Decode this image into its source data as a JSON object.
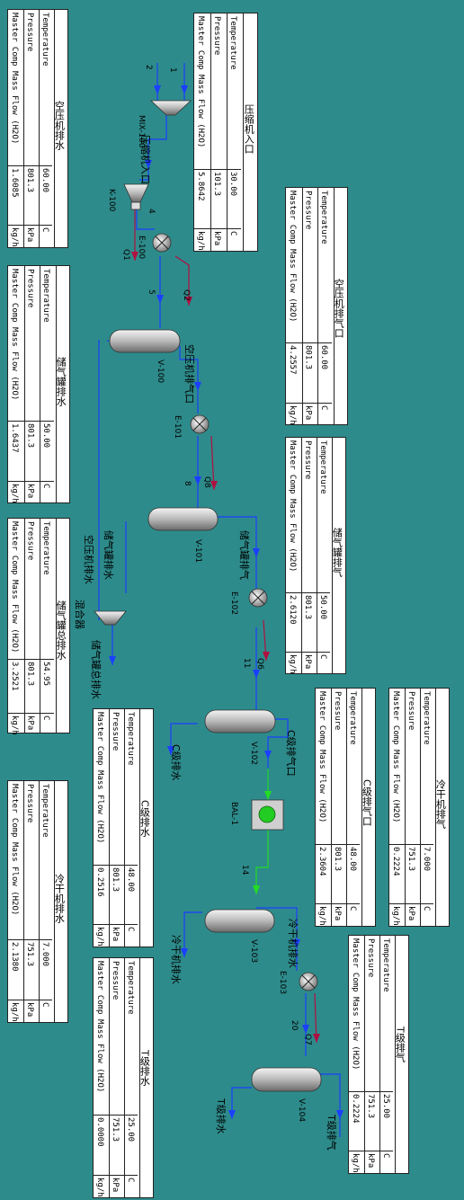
{
  "streams": {
    "s1": "1",
    "s2": "2",
    "s4": "4",
    "s5": "5",
    "s8": "8",
    "s11": "11",
    "s14": "14",
    "s20": "20",
    "q1": "Q1",
    "q2": "Q2",
    "q8": "Q8",
    "q6": "Q6",
    "q7": "Q7"
  },
  "units": {
    "mix100": "MIX-100",
    "k100": "K-100",
    "e100": "E-100",
    "v100": "V-100",
    "e101": "E-101",
    "v101": "V-101",
    "e102": "E-102",
    "v102": "V-102",
    "bal1": "BAL-1",
    "v103": "V-103",
    "e103": "E-103",
    "v104": "V-104",
    "mixer": "混合器"
  },
  "labels": {
    "compressor_inlet": "压缩机入口",
    "air_comp_outlet": "空压机排气口",
    "tank_exhaust": "储气罐排气",
    "c_exhaust": "C级排气口",
    "cold_dryer_water": "冷干机排水",
    "t_water": "T级排水",
    "t_exhaust": "T级排气",
    "c_water": "C级排水",
    "tank_water": "储气罐排水",
    "air_comp_water": "空压机排水",
    "tank_total_water": "储气罐总排水"
  },
  "row_labels": [
    "Temperature",
    "Pressure",
    "Master Comp Mass Flow (H2O)"
  ],
  "tables": [
    {
      "title": "压缩机入口",
      "values": [
        "30.00",
        "101.3",
        "5.8642"
      ],
      "units": [
        "C",
        "kPa",
        "kg/h"
      ]
    },
    {
      "title": "空压机排水",
      "values": [
        "60.00",
        "801.3",
        "1.6085"
      ],
      "units": [
        "C",
        "kPa",
        "kg/h"
      ]
    },
    {
      "title": "空压机排气口",
      "values": [
        "60.00",
        "801.3",
        "4.2557"
      ],
      "units": [
        "C",
        "kPa",
        "kg/h"
      ]
    },
    {
      "title": "储气罐排水",
      "values": [
        "50.00",
        "801.3",
        "1.6437"
      ],
      "units": [
        "C",
        "kPa",
        "kg/h"
      ]
    },
    {
      "title": "储气罐排气",
      "values": [
        "50.00",
        "801.3",
        "2.6120"
      ],
      "units": [
        "C",
        "kPa",
        "kg/h"
      ]
    },
    {
      "title": "储气罐总排水",
      "values": [
        "54.95",
        "801.3",
        "3.2521"
      ],
      "units": [
        "C",
        "kPa",
        "kg/h"
      ]
    },
    {
      "title": "冷干机排气",
      "values": [
        "7.000",
        "751.3",
        "0.2224"
      ],
      "units": [
        "C",
        "kPa",
        "kg/h"
      ]
    },
    {
      "title": "C级排气口",
      "values": [
        "48.00",
        "801.3",
        "2.3604"
      ],
      "units": [
        "C",
        "kPa",
        "kg/h"
      ]
    },
    {
      "title": "C级排水",
      "values": [
        "48.00",
        "801.3",
        "0.2516"
      ],
      "units": [
        "C",
        "kPa",
        "kg/h"
      ]
    },
    {
      "title": "冷干机排水",
      "values": [
        "7.000",
        "751.3",
        "2.1380"
      ],
      "units": [
        "C",
        "kPa",
        "kg/h"
      ]
    },
    {
      "title": "T级排气",
      "values": [
        "25.00",
        "751.3",
        "0.2224"
      ],
      "units": [
        "C",
        "kPa",
        "kg/h"
      ]
    },
    {
      "title": "T级排水",
      "values": [
        "25.00",
        "751.3",
        "0.0000"
      ],
      "units": [
        "C",
        "kPa",
        "kg/h"
      ]
    }
  ]
}
